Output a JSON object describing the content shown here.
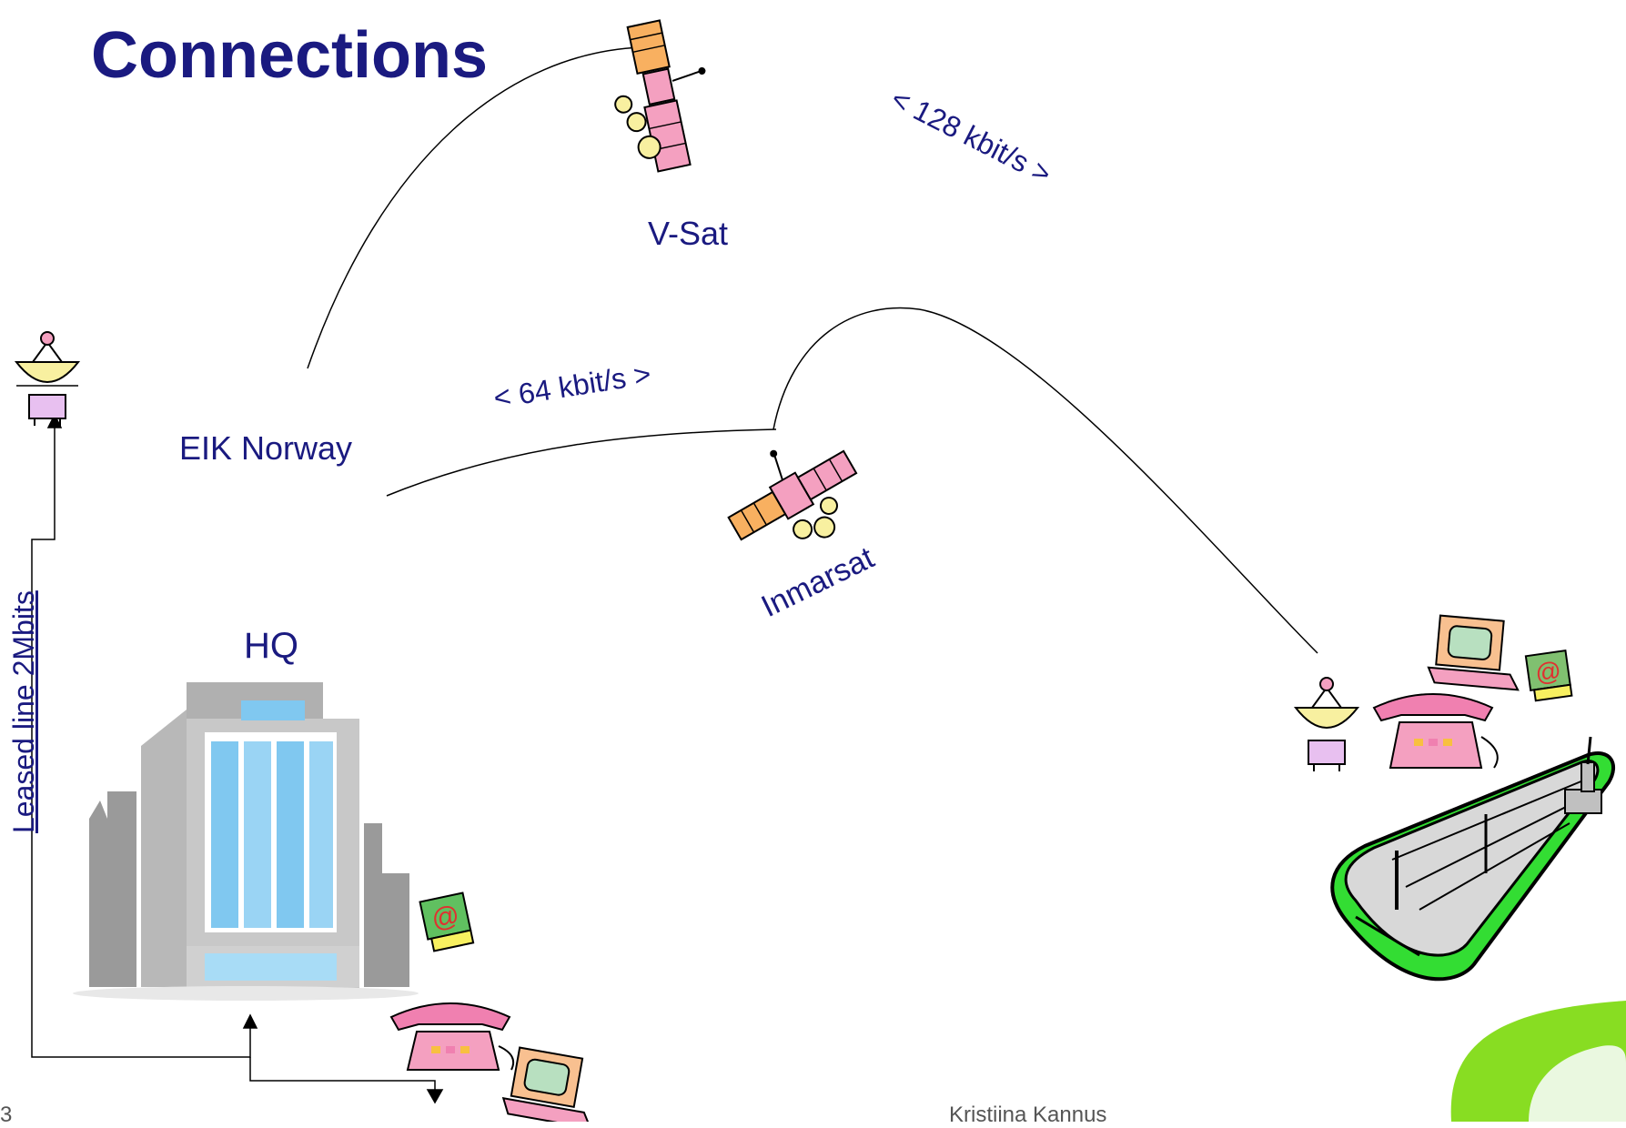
{
  "slide": {
    "title": "Connections",
    "page_number": "3",
    "footer": "Kristiina Kannus"
  },
  "labels": {
    "vsat": "V-Sat",
    "eik": "EIK Norway",
    "hq": "HQ",
    "rate_vsat": "< 128 kbit/s >",
    "rate_inmarsat": "< 64 kbit/s >",
    "inmarsat": "Inmarsat",
    "leased_line": "Leased line 2Mbits"
  },
  "colors": {
    "text": "#1a1a80",
    "ship_hull": "#33dd33",
    "satellite_panel": "#f4a0c0",
    "satellite_panel_alt": "#f8b060",
    "dish": "#f8f0a0",
    "phone": "#f080b0",
    "monitor": "#f8c090",
    "building": "#a0a0a0",
    "glass": "#80c8f0",
    "corner_swoosh": "#88dd22"
  },
  "icons": [
    "satellite-icon",
    "dish-antenna-icon",
    "building-icon",
    "telephone-icon",
    "computer-icon",
    "email-icon",
    "ship-icon"
  ]
}
